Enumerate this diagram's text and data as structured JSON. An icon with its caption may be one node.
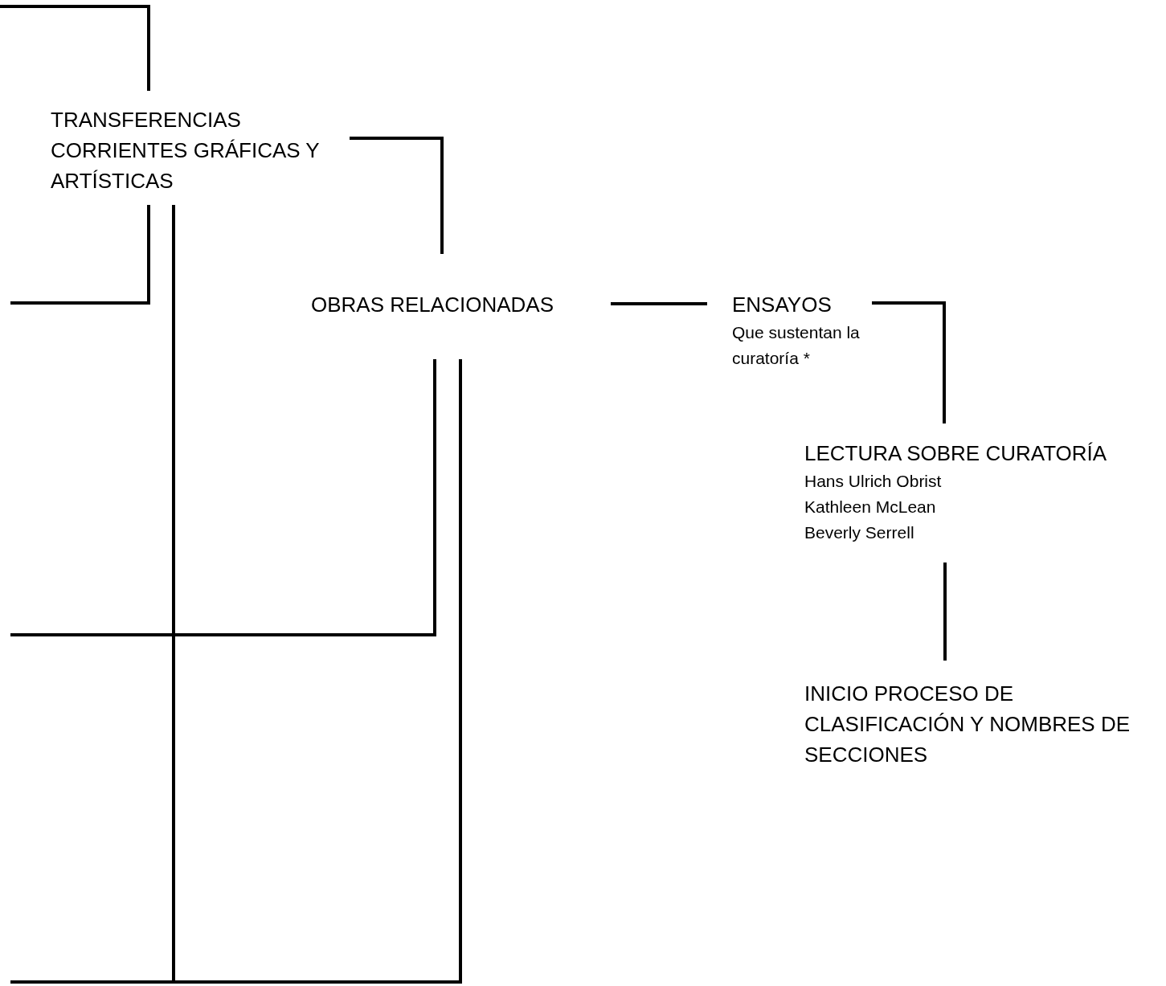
{
  "diagram": {
    "nodes": [
      {
        "text": [
          "TRANSFERENCIAS CORRIENTES GRÁFICAS Y ARTÍSTICAS"
        ]
      },
      {
        "text": [
          "OBRAS RELACIONADAS"
        ]
      },
      {
        "text": [
          "ENSAYOS",
          "Que sustentan la curatoría *"
        ]
      },
      {
        "text": [
          "LECTURA SOBRE CURATORÍA",
          "Hans Ulrich Obrist",
          "Kathleen McLean",
          "Beverly Serrell"
        ]
      },
      {
        "text": [
          "INICIO PROCESO DE CLASIFICACIÓN Y NOMBRES DE SECCIONES"
        ]
      }
    ],
    "edges": [
      {
        "from": null,
        "to": 0,
        "arrow": "none"
      },
      {
        "from": 0,
        "to": null,
        "arrow": "none"
      },
      {
        "from": 0,
        "to": 1,
        "arrow": "none"
      },
      {
        "from": 0,
        "to": 1,
        "arrow": "none"
      },
      {
        "from": 0,
        "to": null,
        "arrow": "none"
      },
      {
        "from": 1,
        "to": null,
        "arrow": "none"
      },
      {
        "from": 1,
        "to": 2,
        "arrow": "none"
      },
      {
        "from": 2,
        "to": 3,
        "arrow": "none"
      },
      {
        "from": 3,
        "to": 4,
        "arrow": "none"
      }
    ]
  }
}
